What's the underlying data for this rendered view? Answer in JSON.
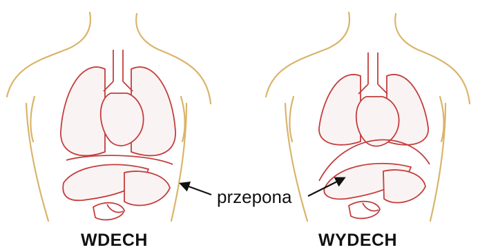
{
  "labels": {
    "inhale": "WDECH",
    "exhale": "WYDECH",
    "diaphragm": "przepona"
  },
  "colors": {
    "skin_outline": "#d9b46a",
    "organ_outline": "#c43c3c",
    "organ_fill": "#faf3f3",
    "text": "#111111"
  }
}
